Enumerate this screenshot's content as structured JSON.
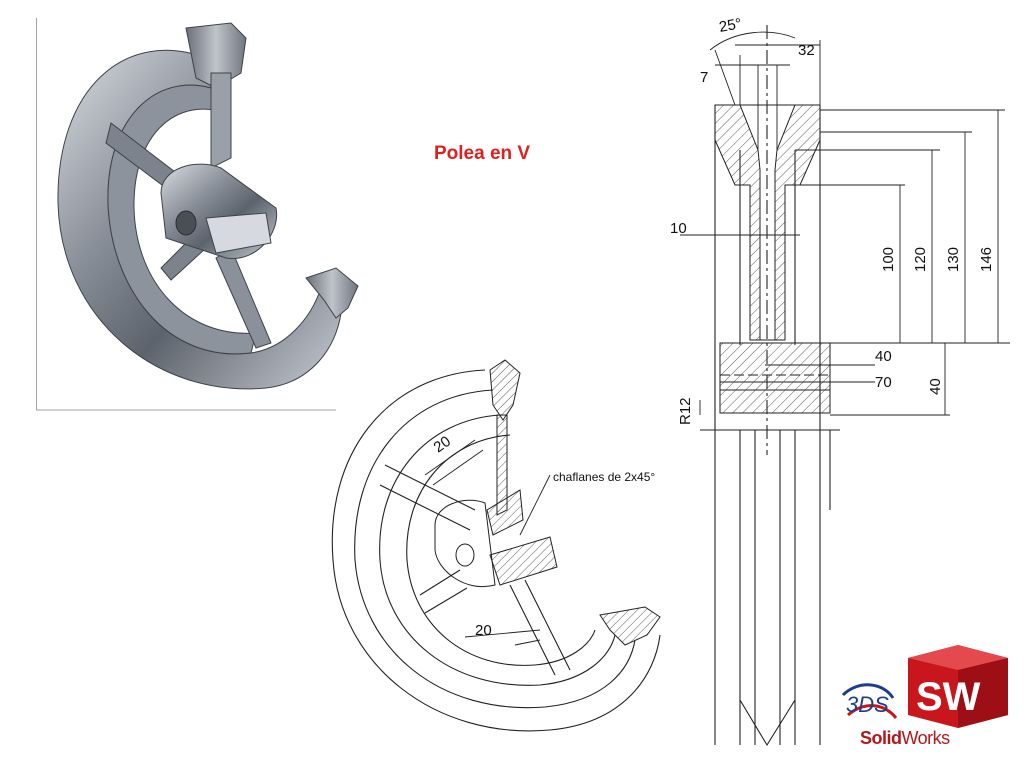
{
  "title": "Polea en V",
  "render_panel": {
    "description_icon": "pulley-3d-render-icon"
  },
  "iso_drawing": {
    "spoke_width_label_top": "20",
    "spoke_width_label_bottom": "20",
    "chamfer_note": "chaflanes de 2x45°"
  },
  "section_drawing": {
    "angle_label": "25°",
    "groove_width_label": "32",
    "groove_bottom_label": "7",
    "web_thickness_label": "10",
    "dia_100": "100",
    "dia_120": "120",
    "dia_130": "130",
    "dia_146": "146",
    "hub_bore_label": "40",
    "hub_outer_label": "70",
    "hub_width_label": "40",
    "fillet_label": "R12"
  },
  "logo": {
    "ds_letters": "3DS",
    "sw_letters": "SW",
    "wordmark_bold": "Solid",
    "wordmark_light": "Works"
  },
  "colors": {
    "title": "#e0201e",
    "logo_red": "#c8161c",
    "logo_blue": "#1b3f8f"
  }
}
